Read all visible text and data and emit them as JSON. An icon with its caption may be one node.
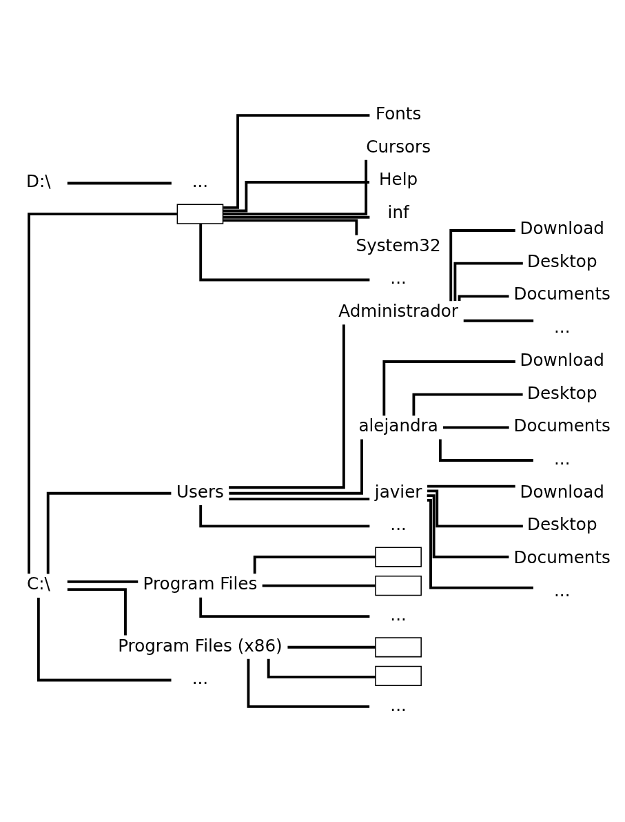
{
  "diagram": {
    "nodes": [
      {
        "text": [
          "C:\\"
        ]
      },
      {
        "text": [],
        "shape": "box"
      },
      {
        "text": [
          "Fonts"
        ]
      },
      {
        "text": [
          "Cursors"
        ]
      },
      {
        "text": [
          "Help"
        ]
      },
      {
        "text": [
          "inf"
        ]
      },
      {
        "text": [
          "System32"
        ]
      },
      {
        "text": [
          "..."
        ]
      },
      {
        "text": [
          "Users"
        ]
      },
      {
        "text": [
          "Administrador"
        ]
      },
      {
        "text": [
          "Download"
        ]
      },
      {
        "text": [
          "Desktop"
        ]
      },
      {
        "text": [
          "Documents"
        ]
      },
      {
        "text": [
          "..."
        ]
      },
      {
        "text": [
          "alejandra"
        ]
      },
      {
        "text": [
          "Download"
        ]
      },
      {
        "text": [
          "Desktop"
        ]
      },
      {
        "text": [
          "Documents"
        ]
      },
      {
        "text": [
          "..."
        ]
      },
      {
        "text": [
          "javier"
        ]
      },
      {
        "text": [
          "Download"
        ]
      },
      {
        "text": [
          "Desktop"
        ]
      },
      {
        "text": [
          "Documents"
        ]
      },
      {
        "text": [
          "..."
        ]
      },
      {
        "text": [
          "..."
        ]
      },
      {
        "text": [
          "Program Files"
        ]
      },
      {
        "text": [],
        "shape": "box"
      },
      {
        "text": [],
        "shape": "box"
      },
      {
        "text": [
          "..."
        ]
      },
      {
        "text": [
          "Program Files (x86)"
        ]
      },
      {
        "text": [],
        "shape": "box"
      },
      {
        "text": [],
        "shape": "box"
      },
      {
        "text": [
          "..."
        ]
      },
      {
        "text": [
          "..."
        ]
      },
      {
        "text": [
          "D:\\"
        ]
      },
      {
        "text": [
          "..."
        ]
      }
    ],
    "edges": [
      {
        "from": 0,
        "to": 1,
        "arrow": "none"
      },
      {
        "from": 0,
        "to": 8,
        "arrow": "none"
      },
      {
        "from": 0,
        "to": 25,
        "arrow": "none"
      },
      {
        "from": 0,
        "to": 29,
        "arrow": "none"
      },
      {
        "from": 0,
        "to": 33,
        "arrow": "none"
      },
      {
        "from": 1,
        "to": 2,
        "arrow": "none"
      },
      {
        "from": 1,
        "to": 3,
        "arrow": "none"
      },
      {
        "from": 1,
        "to": 4,
        "arrow": "none"
      },
      {
        "from": 1,
        "to": 5,
        "arrow": "none"
      },
      {
        "from": 1,
        "to": 6,
        "arrow": "none"
      },
      {
        "from": 1,
        "to": 7,
        "arrow": "none"
      },
      {
        "from": 8,
        "to": 9,
        "arrow": "none"
      },
      {
        "from": 8,
        "to": 14,
        "arrow": "none"
      },
      {
        "from": 8,
        "to": 19,
        "arrow": "none"
      },
      {
        "from": 8,
        "to": 24,
        "arrow": "none"
      },
      {
        "from": 9,
        "to": 10,
        "arrow": "none"
      },
      {
        "from": 9,
        "to": 11,
        "arrow": "none"
      },
      {
        "from": 9,
        "to": 12,
        "arrow": "none"
      },
      {
        "from": 9,
        "to": 13,
        "arrow": "none"
      },
      {
        "from": 14,
        "to": 15,
        "arrow": "none"
      },
      {
        "from": 14,
        "to": 16,
        "arrow": "none"
      },
      {
        "from": 14,
        "to": 17,
        "arrow": "none"
      },
      {
        "from": 14,
        "to": 18,
        "arrow": "none"
      },
      {
        "from": 19,
        "to": 20,
        "arrow": "none"
      },
      {
        "from": 19,
        "to": 21,
        "arrow": "none"
      },
      {
        "from": 19,
        "to": 22,
        "arrow": "none"
      },
      {
        "from": 19,
        "to": 23,
        "arrow": "none"
      },
      {
        "from": 25,
        "to": 26,
        "arrow": "none"
      },
      {
        "from": 25,
        "to": 27,
        "arrow": "none"
      },
      {
        "from": 25,
        "to": 28,
        "arrow": "none"
      },
      {
        "from": 29,
        "to": 30,
        "arrow": "none"
      },
      {
        "from": 29,
        "to": 31,
        "arrow": "none"
      },
      {
        "from": 29,
        "to": 32,
        "arrow": "none"
      },
      {
        "from": 34,
        "to": 35,
        "arrow": "none"
      }
    ]
  }
}
